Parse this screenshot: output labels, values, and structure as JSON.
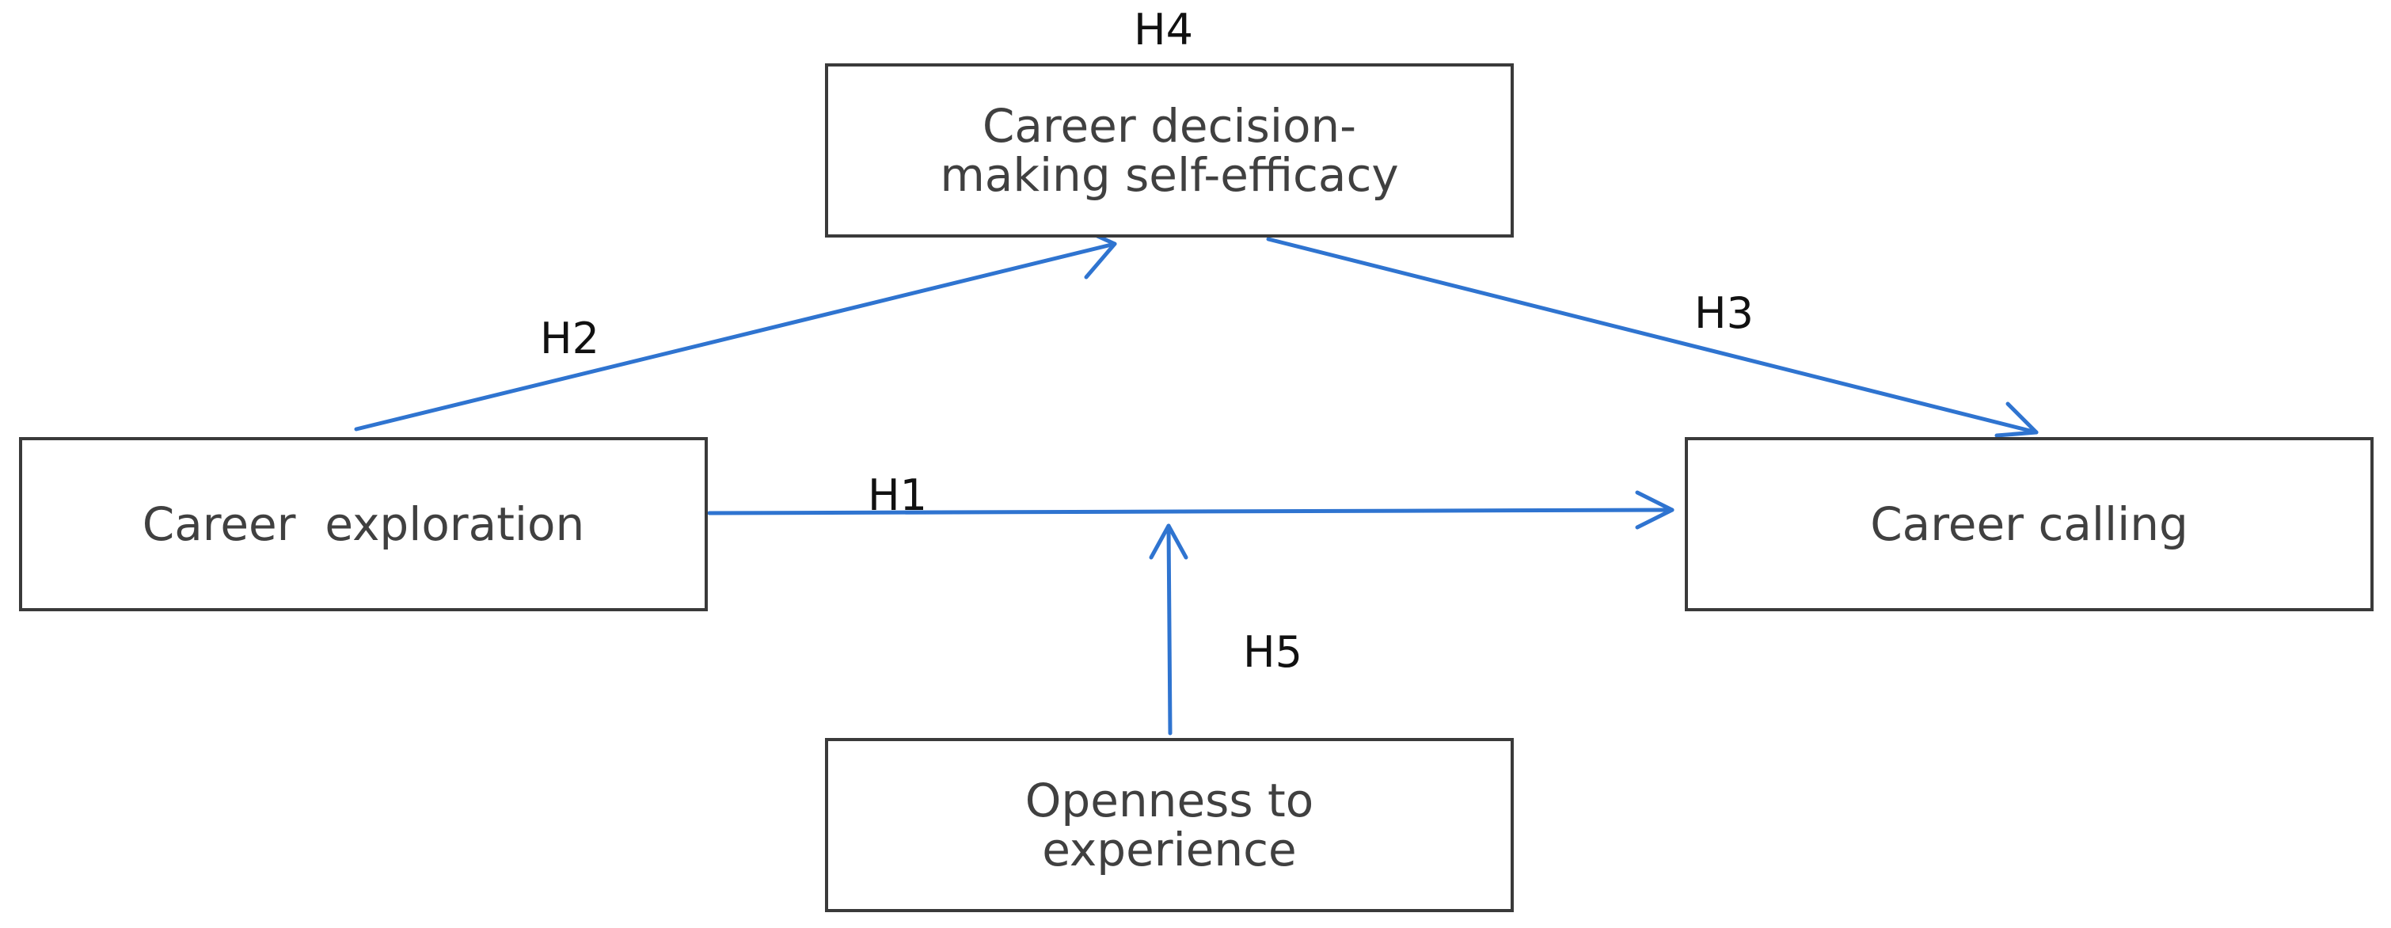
{
  "colors": {
    "arrow": "#2f74d0",
    "box_border": "#3a3a3a",
    "box_text": "#404040",
    "label_text": "#111111"
  },
  "nodes": {
    "decision_self_efficacy": "Career decision-\nmaking self-efficacy",
    "exploration": "Career  exploration",
    "calling": "Career calling",
    "openness": "Openness to\nexperience"
  },
  "hypotheses": {
    "h1": "H1",
    "h2": "H2",
    "h3": "H3",
    "h4": "H4",
    "h5": "H5"
  },
  "edges": [
    {
      "id": "h1",
      "from": "exploration",
      "to": "calling"
    },
    {
      "id": "h2",
      "from": "exploration",
      "to": "decision_self_efficacy"
    },
    {
      "id": "h3",
      "from": "decision_self_efficacy",
      "to": "calling"
    },
    {
      "id": "h5",
      "from": "openness",
      "to": "h1"
    }
  ]
}
